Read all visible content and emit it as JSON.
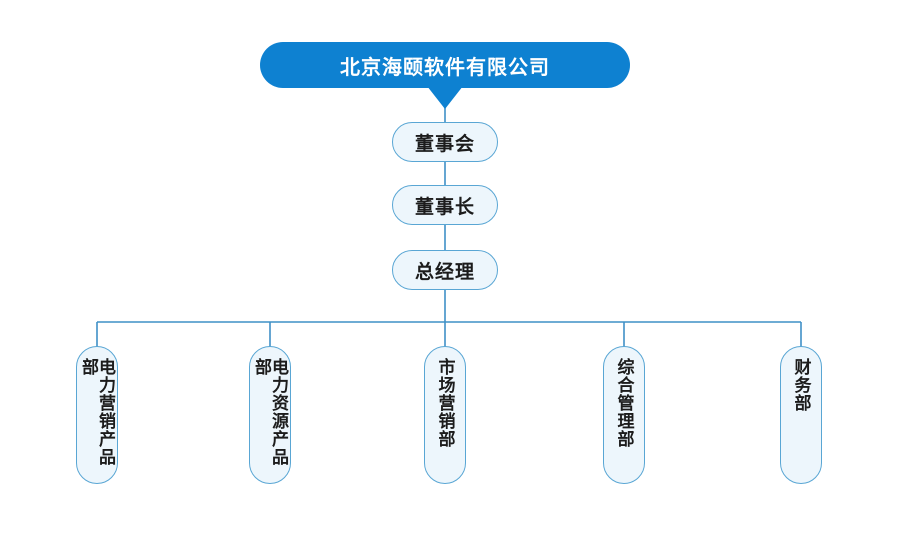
{
  "theme": {
    "primary_blue": "#0e81d1",
    "node_border": "#59a6d4",
    "node_fill": "#edf6fc",
    "connector": "#3f90c6",
    "text_dark": "#1c1c1c",
    "text_white": "#ffffff",
    "canvas_bg": "#ffffff"
  },
  "org_chart": {
    "company_name": "北京海颐软件有限公司",
    "executive_levels": [
      {
        "id": "board-of-directors",
        "label": "董事会"
      },
      {
        "id": "chairman",
        "label": "董事长"
      },
      {
        "id": "general-manager",
        "label": "总经理"
      }
    ],
    "departments": [
      {
        "id": "power-marketing-products-dept",
        "label": "电力营销产品部"
      },
      {
        "id": "power-resources-products-dept",
        "label": "电力资源产品部"
      },
      {
        "id": "marketing-dept",
        "label": "市场营销部"
      },
      {
        "id": "general-management-dept",
        "label": "综合管理部"
      },
      {
        "id": "finance-dept",
        "label": "财务部"
      }
    ]
  }
}
